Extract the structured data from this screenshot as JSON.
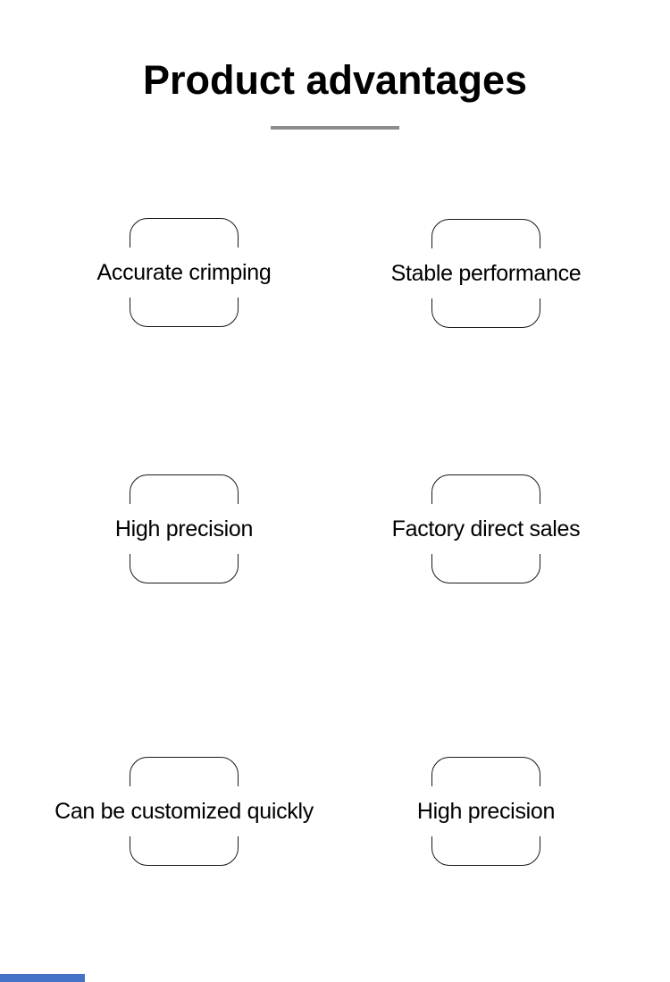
{
  "page": {
    "title": "Product advantages",
    "divider_color": "#8c8c8c",
    "frame_border_color": "#1a1a1a",
    "background_color": "#ffffff",
    "bottom_bar_color": "#4472c4"
  },
  "advantages": [
    {
      "label": "Accurate crimping"
    },
    {
      "label": "Stable performance"
    },
    {
      "label": "High precision"
    },
    {
      "label": "Factory direct sales"
    },
    {
      "label": "Can be customized quickly"
    },
    {
      "label": "High precision"
    }
  ]
}
